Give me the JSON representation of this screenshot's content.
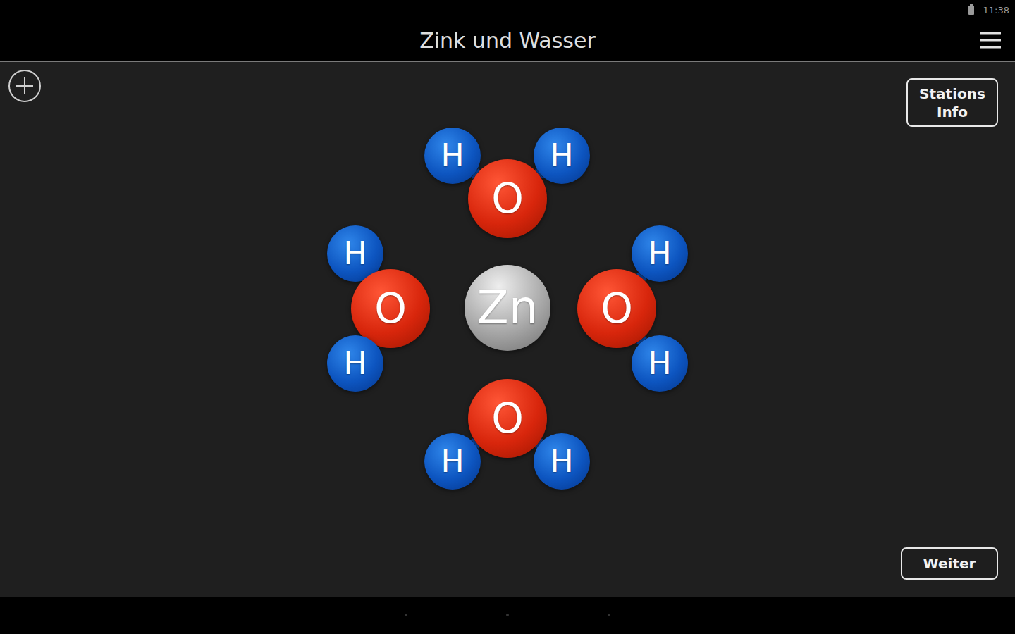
{
  "diagram": {
    "title": "Zink und Wasser",
    "nodes": [
      {
        "text": [
          "Stations Info"
        ]
      },
      {
        "text": [
          "H"
        ]
      },
      {
        "text": [
          "H"
        ]
      },
      {
        "text": [
          "O"
        ]
      },
      {
        "text": [
          "H"
        ]
      },
      {
        "text": [
          "H"
        ]
      },
      {
        "text": [
          "O"
        ]
      },
      {
        "text": [
          "Zn"
        ]
      },
      {
        "text": [
          "O"
        ]
      },
      {
        "text": [
          "H"
        ]
      },
      {
        "text": [
          "H"
        ]
      },
      {
        "text": [
          "O"
        ]
      },
      {
        "text": [
          "H"
        ]
      },
      {
        "text": [
          "H"
        ]
      },
      {
        "text": [
          "Weiter"
        ]
      }
    ],
    "edges": [
      {
        "from": 3,
        "to": 1,
        "arrow": "none"
      },
      {
        "from": 3,
        "to": 2,
        "arrow": "none"
      },
      {
        "from": 6,
        "to": 4,
        "arrow": "none"
      },
      {
        "from": 6,
        "to": 9,
        "arrow": "none"
      },
      {
        "from": 8,
        "to": 5,
        "arrow": "none"
      },
      {
        "from": 8,
        "to": 10,
        "arrow": "none"
      },
      {
        "from": 11,
        "to": 12,
        "arrow": "none"
      },
      {
        "from": 11,
        "to": 13,
        "arrow": "none"
      }
    ],
    "labels": [
      "11:38"
    ]
  }
}
